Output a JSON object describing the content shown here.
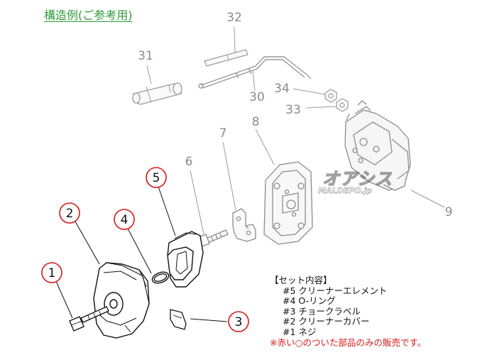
{
  "title": "構造例(ご参考用)",
  "part_numbers": {
    "p1": "1",
    "p2": "2",
    "p3": "3",
    "p4": "4",
    "p5": "5",
    "p6": "6",
    "p7": "7",
    "p8": "8",
    "p9": "9",
    "p30": "30",
    "p31": "31",
    "p32": "32",
    "p33": "33",
    "p34": "34"
  },
  "set_contents": {
    "heading": "【セット内容】",
    "items": [
      "#5 クリーナーエレメント",
      "#4 O-リング",
      "#3 チョークラベル",
      "#2 クリーナーカバー",
      "#1 ネジ"
    ],
    "note": "※赤い○のついた部品のみの販売です。"
  },
  "watermark": {
    "main": "オアシス",
    "sub": "MALDEPO.jp"
  },
  "colors": {
    "title": "#2e9a3a",
    "circle": "#d81818",
    "gray_line": "#8c8c8c",
    "ink": "#111111"
  }
}
